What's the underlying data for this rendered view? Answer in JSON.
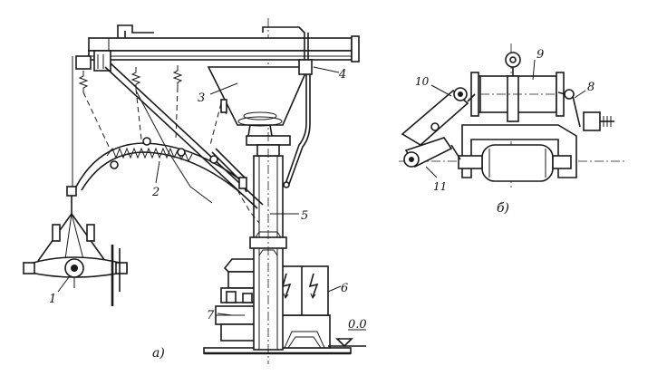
{
  "labels": {
    "l1": "1",
    "l2": "2",
    "l3": "3",
    "l4": "4",
    "l5": "5",
    "l6": "6",
    "l7": "7",
    "l8": "8",
    "l9": "9",
    "l10": "10",
    "l11": "11",
    "caption_a": "а)",
    "caption_b": "б)",
    "level": "0.0"
  }
}
